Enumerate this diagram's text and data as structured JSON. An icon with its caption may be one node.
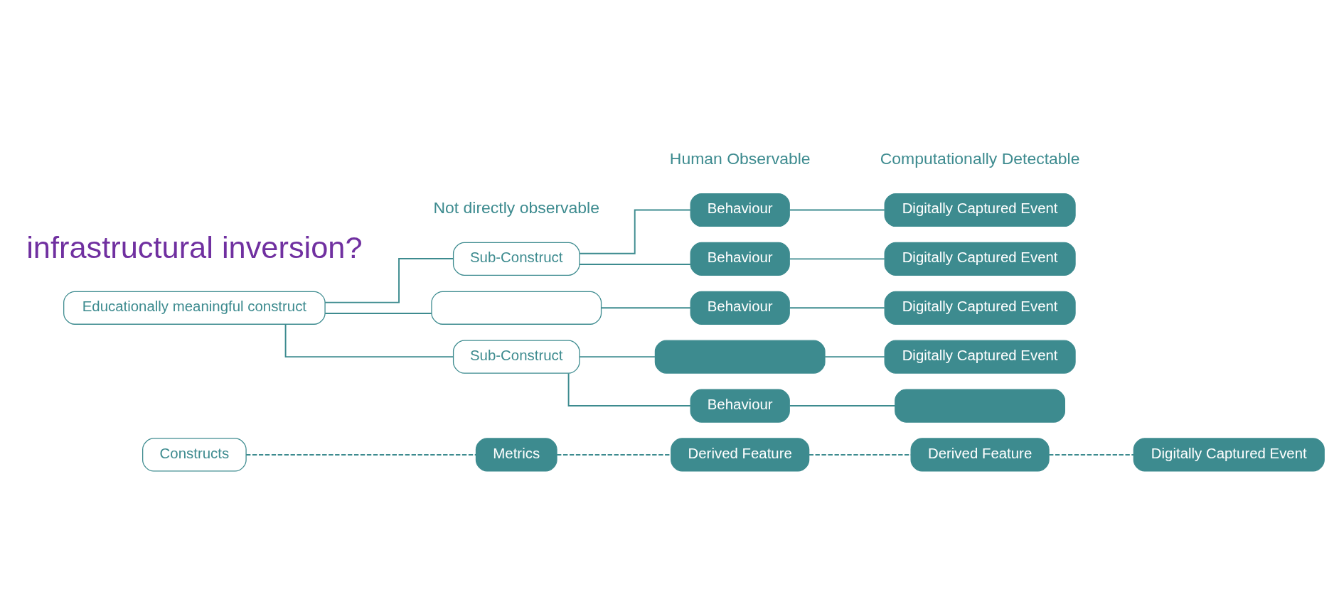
{
  "diagram": {
    "nodes": [
      {
        "text": [
          "Educationally meaningful construct"
        ]
      },
      {
        "text": [
          "Sub-Construct"
        ]
      },
      {
        "text": [],
        "shape": "box"
      },
      {
        "text": [
          "Sub-Construct"
        ]
      },
      {
        "text": [
          "Behaviour"
        ]
      },
      {
        "text": [],
        "shape": "box"
      },
      {
        "text": [
          "Behaviour"
        ]
      },
      {
        "text": [
          "Behaviour"
        ]
      },
      {
        "text": [
          "Behaviour"
        ]
      },
      {
        "text": [],
        "shape": "box"
      },
      {
        "text": [
          "Digitally Captured Event"
        ]
      },
      {
        "text": [
          "Digitally Captured Event"
        ]
      },
      {
        "text": [
          "Digitally Captured Event"
        ]
      },
      {
        "text": [
          "Digitally Captured Event"
        ]
      },
      {
        "text": [
          "Constructs"
        ]
      },
      {
        "text": [
          "Metrics"
        ]
      },
      {
        "text": [
          "Derived Feature"
        ]
      },
      {
        "text": [
          "Derived Feature"
        ]
      },
      {
        "text": [
          "Digitally Captured Event"
        ]
      }
    ],
    "edges": [
      {
        "from": 0,
        "to": 1,
        "arrow": "none"
      },
      {
        "from": 0,
        "to": 2,
        "arrow": "none"
      },
      {
        "from": 0,
        "to": 3,
        "arrow": "none"
      },
      {
        "from": 1,
        "to": 4,
        "arrow": "none"
      },
      {
        "from": 1,
        "to": 5,
        "arrow": "none"
      },
      {
        "from": 2,
        "to": 6,
        "arrow": "none"
      },
      {
        "from": 3,
        "to": 7,
        "arrow": "none"
      },
      {
        "from": 3,
        "to": 8,
        "arrow": "none"
      },
      {
        "from": 4,
        "to": 9,
        "arrow": "none"
      },
      {
        "from": 5,
        "to": 10,
        "arrow": "none"
      },
      {
        "from": 6,
        "to": 11,
        "arrow": "none"
      },
      {
        "from": 7,
        "to": 12,
        "arrow": "none"
      },
      {
        "from": 8,
        "to": 13,
        "arrow": "none"
      },
      {
        "from": 14,
        "to": 15,
        "arrow": "none",
        "style": "dashed"
      },
      {
        "from": 15,
        "to": 16,
        "arrow": "none",
        "style": "dashed"
      },
      {
        "from": 16,
        "to": 17,
        "arrow": "none",
        "style": "dashed"
      },
      {
        "from": 17,
        "to": 18,
        "arrow": "none",
        "style": "dashed"
      }
    ],
    "labels": [
      "Not directly observable",
      "Human Observable",
      "Computationally Detectable",
      "infrastructural inversion?"
    ]
  }
}
